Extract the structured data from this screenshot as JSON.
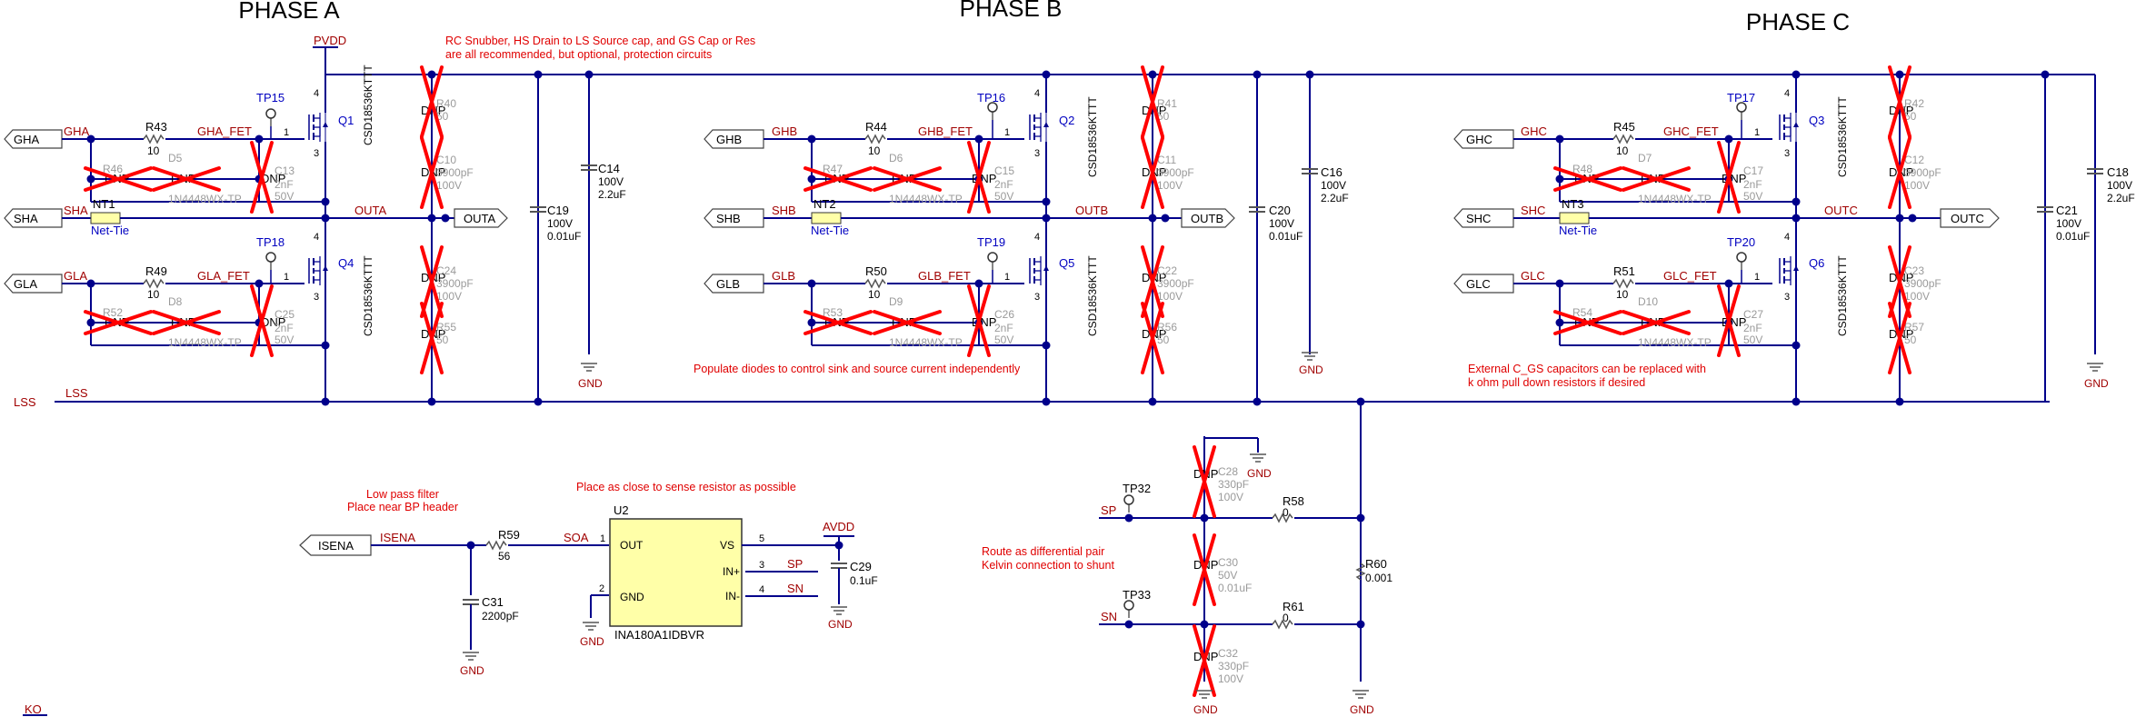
{
  "phases": {
    "a": "PHASE A",
    "b": "PHASE B",
    "c": "PHASE C"
  },
  "notes": {
    "snubber": [
      "RC Snubber, HS Drain to LS Source cap, and GS Cap or Res",
      "are all recommended, but optional, protection circuits"
    ],
    "diodes": "Populate diodes to control sink and source current independently",
    "cgs": [
      "External C_GS capacitors can be replaced with",
      "k ohm pull down resistors if desired"
    ],
    "lowpass": [
      "Low pass filter",
      "Place near BP header"
    ],
    "sense": "Place as close to sense resistor as possible",
    "diffpair": [
      "Route as differential pair",
      "Kelvin connection to shunt"
    ]
  },
  "nets": {
    "pvdd": "PVDD",
    "lss": "LSS",
    "gnd": "GND",
    "avdd": "AVDD",
    "ko": "KO",
    "isena_net": "ISENA",
    "soa": "SOA",
    "sp": "SP",
    "sn": "SN"
  },
  "ports": {
    "gha": "GHA",
    "sha": "SHA",
    "gla": "GLA",
    "outa": "OUTA",
    "ghb": "GHB",
    "shb": "SHB",
    "glb": "GLB",
    "outb": "OUTB",
    "ghc": "GHC",
    "shc": "SHC",
    "glc": "GLC",
    "outc": "OUTC",
    "isena": "ISENA"
  },
  "phase_a": {
    "gh": "GHA",
    "sh": "SHA",
    "gl": "GLA",
    "out": "OUTA",
    "ghfet": "GHA_FET",
    "glfet": "GLA_FET",
    "r_hi": "R43",
    "r_hi_val": "10",
    "r_lo": "R49",
    "r_lo_val": "10",
    "r_hi_dnp": "R46",
    "r_lo_dnp": "R52",
    "d_hi": "D5",
    "d_lo": "D8",
    "d_val": "1N4448WX-TP",
    "c_gs_hi": "C13",
    "c_gs_lo": "C25",
    "c_gs_val": [
      "2nF",
      "50V"
    ],
    "snub_r_hi": "R40",
    "snub_c_hi": "C10",
    "snub_c_lo": "C24",
    "snub_r_lo": "R55",
    "snub_r_val": "50",
    "snub_c_val": [
      "3900pF",
      "100V"
    ],
    "tp_hi": "TP15",
    "tp_lo": "TP18",
    "q_hi": "Q1",
    "q_lo": "Q4",
    "nt": "NT1",
    "nt_val": "Net-Tie",
    "c_bulk": "C14",
    "c_bulk_val": [
      "100V",
      "2.2uF"
    ],
    "c_dec": "C19",
    "c_dec_val": [
      "100V",
      "0.01uF"
    ]
  },
  "phase_b": {
    "gh": "GHB",
    "sh": "SHB",
    "gl": "GLB",
    "out": "OUTB",
    "ghfet": "GHB_FET",
    "glfet": "GLB_FET",
    "r_hi": "R44",
    "r_hi_val": "10",
    "r_lo": "R50",
    "r_lo_val": "10",
    "r_hi_dnp": "R47",
    "r_lo_dnp": "R53",
    "d_hi": "D6",
    "d_lo": "D9",
    "d_val": "1N4448WX-TP",
    "c_gs_hi": "C15",
    "c_gs_lo": "C26",
    "c_gs_val": [
      "2nF",
      "50V"
    ],
    "snub_r_hi": "R41",
    "snub_c_hi": "C11",
    "snub_c_lo": "C22",
    "snub_r_lo": "R56",
    "snub_r_val": "50",
    "snub_c_val": [
      "3900pF",
      "100V"
    ],
    "tp_hi": "TP16",
    "tp_lo": "TP19",
    "q_hi": "Q2",
    "q_lo": "Q5",
    "nt": "NT2",
    "nt_val": "Net-Tie",
    "c_bulk": "C16",
    "c_bulk_val": [
      "100V",
      "2.2uF"
    ],
    "c_dec": "C20",
    "c_dec_val": [
      "100V",
      "0.01uF"
    ]
  },
  "phase_c": {
    "gh": "GHC",
    "sh": "SHC",
    "gl": "GLC",
    "out": "OUTC",
    "ghfet": "GHC_FET",
    "glfet": "GLC_FET",
    "r_hi": "R45",
    "r_hi_val": "10",
    "r_lo": "R51",
    "r_lo_val": "10",
    "r_hi_dnp": "R48",
    "r_lo_dnp": "R54",
    "d_hi": "D7",
    "d_lo": "D10",
    "d_val": "1N4448WX-TP",
    "c_gs_hi": "C17",
    "c_gs_lo": "C27",
    "c_gs_val": [
      "2nF",
      "50V"
    ],
    "snub_r_hi": "R42",
    "snub_c_hi": "C12",
    "snub_c_lo": "C23",
    "snub_r_lo": "R57",
    "snub_r_val": "50",
    "snub_c_val": [
      "3900pF",
      "100V"
    ],
    "tp_hi": "TP17",
    "tp_lo": "TP20",
    "q_hi": "Q3",
    "q_lo": "Q6",
    "nt": "NT3",
    "nt_val": "Net-Tie",
    "c_bulk": "C18",
    "c_bulk_val": [
      "100V",
      "2.2uF"
    ],
    "c_dec": "C21",
    "c_dec_val": [
      "100V",
      "0.01uF"
    ]
  },
  "fet_part": "CSD18536KTTT",
  "dnp": "DNP",
  "sense": {
    "r59": "R59",
    "r59_val": "56",
    "c31": "C31",
    "c31_val": "2200pF",
    "u2": "U2",
    "u2_part": "INA180A1IDBVR",
    "pins": {
      "out": "OUT",
      "gnd": "GND",
      "vs": "VS",
      "inp": "IN+",
      "inn": "IN-"
    },
    "pin_nums": {
      "out": "1",
      "gnd": "2",
      "vs": "5",
      "inp": "3",
      "inn": "4"
    },
    "c29": "C29",
    "c29_val": "0.1uF",
    "r58": "R58",
    "r58_val": "0",
    "r61": "R61",
    "r61_val": "0",
    "r60": "R60",
    "r60_val": "0.001",
    "c28": "C28",
    "c28_val": [
      "330pF",
      "100V"
    ],
    "c30": "C30",
    "c30_val": [
      "50V",
      "0.01uF"
    ],
    "c32": "C32",
    "c32_val": [
      "330pF",
      "100V"
    ],
    "tp32": "TP32",
    "tp33": "TP33"
  },
  "pin_labels": {
    "one": "1",
    "three": "3",
    "four": "4"
  }
}
